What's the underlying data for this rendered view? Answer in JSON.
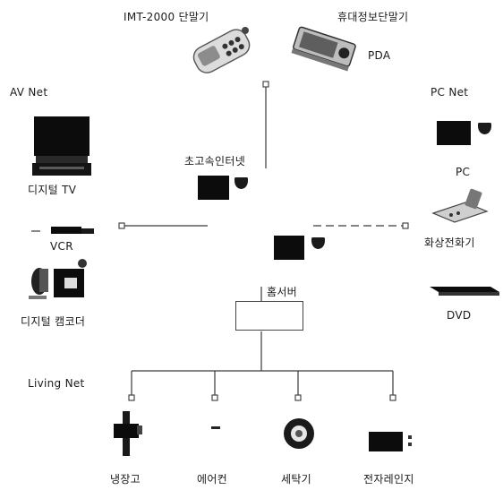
{
  "labels": {
    "imt2000_terminal": "IMT-2000 단말기",
    "pda_terminal": "휴대정보단말기",
    "pda": "PDA",
    "av_net": "AV Net",
    "pc_net": "PC Net",
    "digital_tv": "디지털 TV",
    "high_speed_internet": "초고속인터넷",
    "pc": "PC",
    "vcr": "VCR",
    "video_phone": "화상전화기",
    "digital_camcorder": "디지털 캠코더",
    "home_server": "홈서버",
    "dvd": "DVD",
    "living_net": "Living Net",
    "refrigerator": "냉장고",
    "air_conditioner": "에어컨",
    "washing_machine": "세탁기",
    "microwave": "전자레인지"
  },
  "icons": {
    "imt2000_phone": "mobile-phone-icon",
    "pda_device": "pda-icon",
    "television": "tv-icon",
    "vcr_deck": "vcr-icon",
    "camcorder": "camcorder-icon",
    "internet_monitor": "monitor-icon",
    "internet_mouse": "mouse-icon",
    "gateway_monitor": "monitor-icon",
    "gateway_mouse": "mouse-icon",
    "home_server_box": "server-box",
    "pc_monitor": "monitor-icon",
    "pc_mouse": "mouse-icon",
    "videophone": "videophone-icon",
    "dvd_player": "dvd-player-icon",
    "fridge": "refrigerator-icon",
    "aircon": "air-conditioner-icon",
    "washer": "washing-machine-icon",
    "microwave_oven": "microwave-icon"
  },
  "colors": {
    "line": "#3a3a3a",
    "device_dark": "#0c0c0c",
    "device_grey": "#8c8c8c"
  }
}
